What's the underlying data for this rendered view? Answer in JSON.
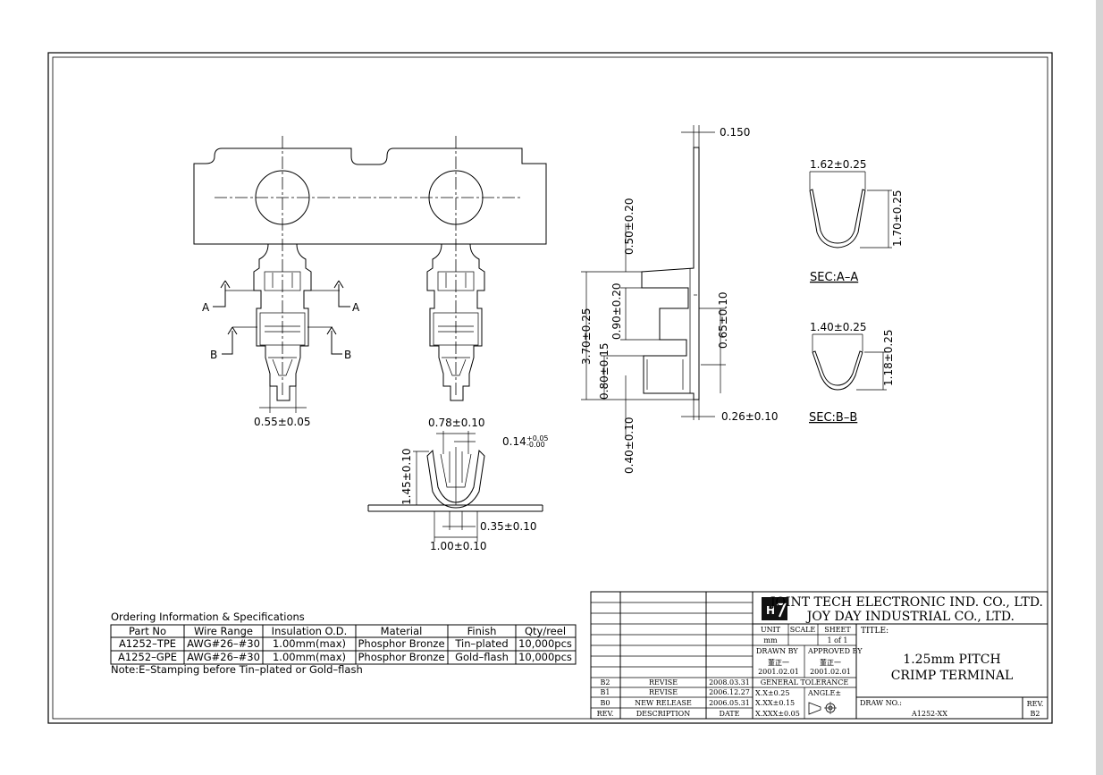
{
  "dimensions": {
    "thickness": "0.150",
    "sec_a_width": "1.62±0.25",
    "sec_a_height": "1.70±0.25",
    "sec_a_label": "SEC:A–A",
    "sec_b_width": "1.40±0.25",
    "sec_b_height": "1.18±0.25",
    "sec_b_label": "SEC:B–B",
    "d_050": "0.50±0.20",
    "d_370": "3.70±0.25",
    "d_090": "0.90±0.20",
    "d_065": "0.65±0.10",
    "d_080": "0.80±0.15",
    "d_040": "0.40±0.10",
    "d_026": "0.26±0.10",
    "d_055": "0.55±0.05",
    "d_078": "0.78±0.10",
    "d_014": "0.14",
    "d_014_upper": "+0.05",
    "d_014_lower": "-0.00",
    "d_145": "1.45±0.10",
    "d_035": "0.35±0.10",
    "d_100": "1.00±0.10",
    "mark_a": "A",
    "mark_b": "B"
  },
  "ordering": {
    "title": "Ordering Information & Specifications",
    "headers": [
      "Part No",
      "Wire Range",
      "Insulation O.D.",
      "Material",
      "Finish",
      "Qty/reel"
    ],
    "rows": [
      [
        "A1252–TPE",
        "AWG#26–#30",
        "1.00mm(max)",
        "Phosphor Bronze",
        "Tin–plated",
        "10,000pcs"
      ],
      [
        "A1252–GPE",
        "AWG#26–#30",
        "1.00mm(max)",
        "Phosphor Bronze",
        "Gold–flash",
        "10,000pcs"
      ]
    ],
    "note": "Note:E–Stamping before Tin–plated or Gold–flash"
  },
  "revisions": [
    {
      "rev": "B2",
      "desc": "REVISE",
      "date": "2008.03.31"
    },
    {
      "rev": "B1",
      "desc": "REVISE",
      "date": "2006.12.27"
    },
    {
      "rev": "B0",
      "desc": "NEW RELEASE",
      "date": "2006.05.31"
    }
  ],
  "revision_headers": {
    "rev": "REV.",
    "desc": "DESCRIPTION",
    "date": "DATE"
  },
  "titleblock": {
    "company1": "JOINT TECH ELECTRONIC IND. CO., LTD.",
    "company2": "JOY DAY INDUSTRIAL CO., LTD.",
    "unit_label": "UNIT",
    "unit_value": "mm",
    "scale_label": "SCALE",
    "sheet_label": "SHEET",
    "sheet_value": "1 of 1",
    "title_label": "TITLE:",
    "title_line1": "1.25mm PITCH",
    "title_line2": "CRIMP TERMINAL",
    "drawn_label": "DRAWN BY",
    "approved_label": "APPROVED BY",
    "drawn_name": "董正一",
    "approved_name": "董正一",
    "drawn_date": "2001.02.01",
    "approved_date": "2001.02.01",
    "tolerance_label": "GENERAL TOLERANCE",
    "tol_1": "X.X±0.25",
    "tol_2": "X.XX±0.15",
    "tol_3": "X.XXX±0.05",
    "angle_label": "ANGLE±",
    "drawno_label": "DRAW NO.:",
    "drawno_value": "A1252-XX",
    "rev_label": "REV.",
    "rev_value": "B2"
  }
}
